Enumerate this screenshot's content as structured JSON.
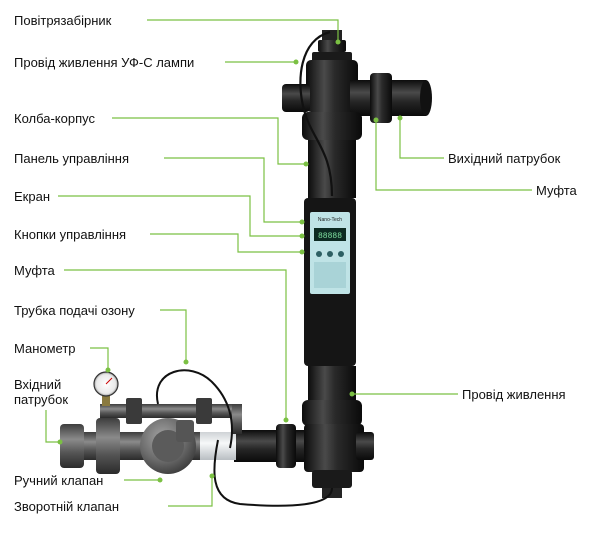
{
  "labels": {
    "air_intake": "Повітрязабірник",
    "uv_lamp_cable": "Провід живлення УФ-С лампи",
    "flask_body": "Колба-корпус",
    "control_panel": "Панель управління",
    "screen": "Екран",
    "control_buttons": "Кнопки управління",
    "coupling_left": "Муфта",
    "ozone_tube": "Трубка подачі озону",
    "pressure_gauge": "Манометр",
    "inlet_line1": "Вхідний",
    "inlet_line2": "патрубок",
    "manual_valve": "Ручний клапан",
    "check_valve": "Зворотній клапан",
    "outlet": "Вихідний патрубок",
    "coupling_right": "Муфта",
    "power_cable": "Провід живлення"
  },
  "device": {
    "brand_text": "Nano-Tech",
    "display_text": "88888"
  },
  "colors": {
    "leader_line": "#7bc043",
    "body": "#1b1b1b",
    "screen_bg": "#bfe3e6"
  }
}
